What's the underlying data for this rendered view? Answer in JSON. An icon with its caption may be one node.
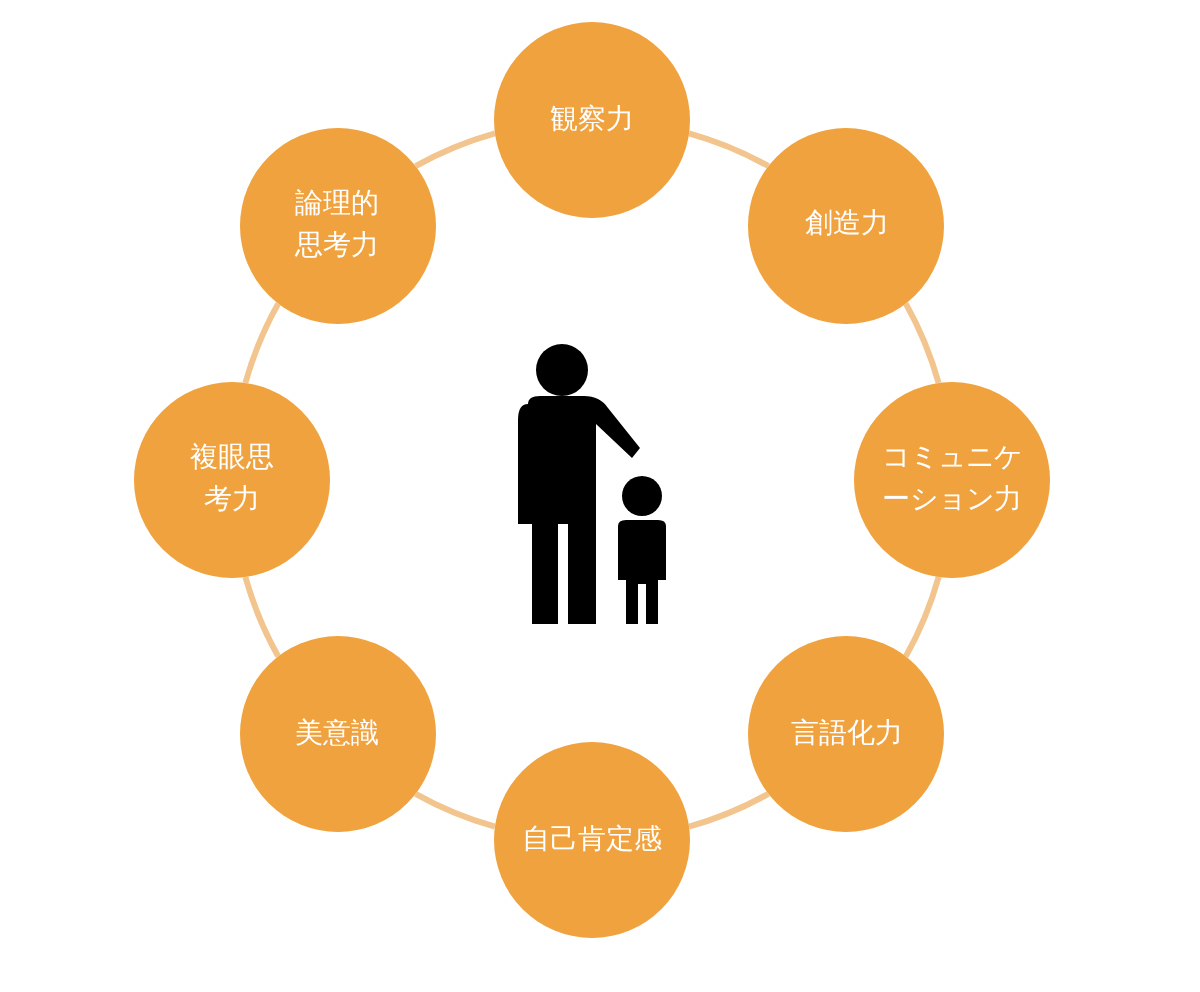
{
  "diagram": {
    "nodes": [
      {
        "text": [
          "観察力"
        ]
      },
      {
        "text": [
          "創造力"
        ]
      },
      {
        "text": [
          "コミュニケーション力"
        ]
      },
      {
        "text": [
          "言語化力"
        ]
      },
      {
        "text": [
          "自己肯定感"
        ]
      },
      {
        "text": [
          "美意識"
        ]
      },
      {
        "text": [
          "複眼思考力"
        ]
      },
      {
        "text": [
          "論理的思考力"
        ]
      }
    ],
    "edges": [
      {
        "from": 0,
        "to": 1,
        "arrow": "none"
      },
      {
        "from": 1,
        "to": 2,
        "arrow": "none"
      },
      {
        "from": 2,
        "to": 3,
        "arrow": "none"
      },
      {
        "from": 3,
        "to": 4,
        "arrow": "none"
      },
      {
        "from": 4,
        "to": 5,
        "arrow": "none"
      },
      {
        "from": 5,
        "to": 6,
        "arrow": "none"
      },
      {
        "from": 6,
        "to": 7,
        "arrow": "none"
      },
      {
        "from": 7,
        "to": 0,
        "arrow": "none"
      }
    ]
  }
}
